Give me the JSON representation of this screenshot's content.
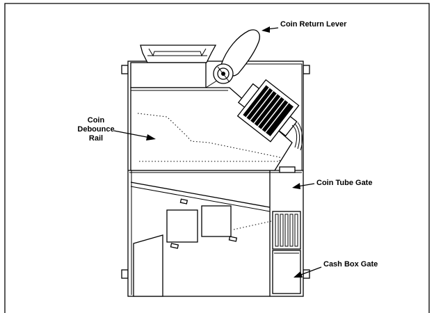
{
  "labels": {
    "coin_return_lever": "Coin Return Lever",
    "coin_debounce_rail": [
      "Coin",
      "Debounce",
      "Rail"
    ],
    "coin_tube_gate": "Coin Tube Gate",
    "cash_box_gate": "Cash Box Gate"
  },
  "colors": {
    "line": "#000000",
    "background": "#ffffff"
  }
}
